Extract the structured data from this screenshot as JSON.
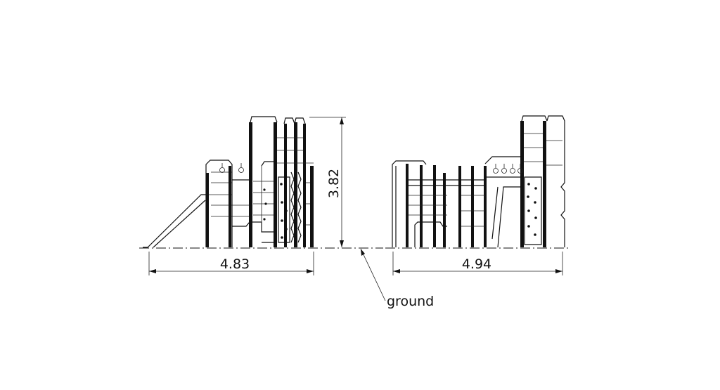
{
  "dimensions": {
    "left_width": "4.83",
    "right_width": "4.94",
    "height": "3.82"
  },
  "callout": {
    "label": "ground"
  },
  "icons": {
    "left_view": "playground-side-elevation",
    "right_view": "playground-front-elevation"
  }
}
